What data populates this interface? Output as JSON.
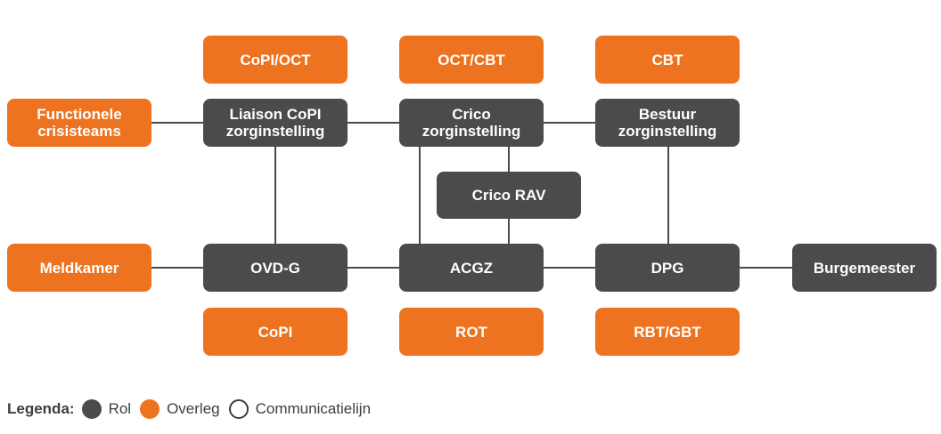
{
  "colors": {
    "rol": "#4c4a4d",
    "overleg": "#ed7320",
    "line": "#4c4a4d"
  },
  "nodes": {
    "copi_oct": "CoPI/OCT",
    "oct_cbt": "OCT/CBT",
    "cbt": "CBT",
    "functionele_crisisteams": "Functionele\ncrisisteams",
    "liaison_copi": "Liaison CoPI\nzorginstelling",
    "crico_zorg": "Crico\nzorginstelling",
    "bestuur_zorg": "Bestuur\nzorginstelling",
    "crico_rav": "Crico RAV",
    "meldkamer": "Meldkamer",
    "ovdg": "OVD-G",
    "acgz": "ACGZ",
    "dpg": "DPG",
    "burgemeester": "Burgemeester",
    "copi": "CoPI",
    "rot": "ROT",
    "rbt_gbt": "RBT/GBT"
  },
  "legend": {
    "title": "Legenda:",
    "rol": "Rol",
    "overleg": "Overleg",
    "communicatielijn": "Communicatielijn"
  }
}
